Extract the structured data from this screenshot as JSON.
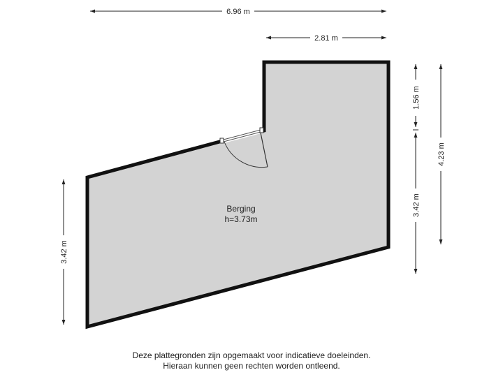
{
  "dimensions": {
    "total_width": "6.96 m",
    "top_width": "2.81 m",
    "right_upper": "1.56 m",
    "right_lower": "3.42 m",
    "right_total": "4.23 m",
    "left_height": "3.42 m"
  },
  "room": {
    "name": "Berging",
    "height": "h=3.73m"
  },
  "colors": {
    "floor": "#d3d3d3",
    "wall": "#111111",
    "dimension_line": "#222222"
  },
  "disclaimer": {
    "line1": "Deze plattegronden zijn opgemaakt voor indicatieve doeleinden.",
    "line2": "Hieraan kunnen geen rechten worden ontleend."
  }
}
